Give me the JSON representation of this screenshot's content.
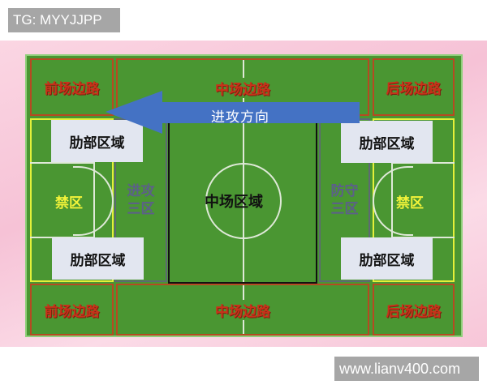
{
  "watermarks": {
    "top_left": "TG: MYYJJPP",
    "bottom_right": "www.lianv400.com"
  },
  "field": {
    "top_lanes": [
      "前场边路",
      "中场边路",
      "后场边路"
    ],
    "bottom_lanes": [
      "前场边路",
      "中场边路",
      "后场边路"
    ],
    "arrow_label": "进攻方向",
    "left_penalty": "禁区",
    "right_penalty": "禁区",
    "attack_third": [
      "进攻",
      "三区"
    ],
    "defend_third": [
      "防守",
      "三区"
    ],
    "center_zone": "中场区域",
    "half_spaces": [
      "肋部区域",
      "肋部区域",
      "肋部区域",
      "肋部区域"
    ]
  },
  "colors": {
    "grass": "#4a9632",
    "lane_text": "#c8321a",
    "arrow": "#4472c4",
    "penalty_line": "#e4f03a"
  }
}
